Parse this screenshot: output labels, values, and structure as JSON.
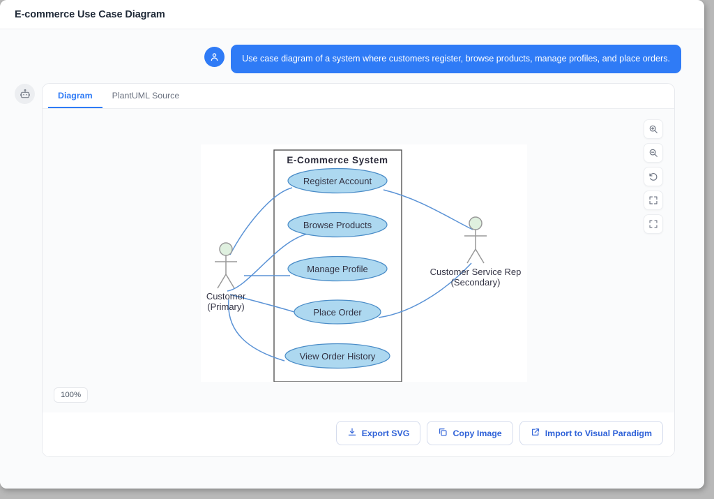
{
  "window": {
    "title": "E-commerce Use Case Diagram"
  },
  "conversation": {
    "user_avatar_icon": "person-icon",
    "assistant_avatar_icon": "robot-icon",
    "user_message": "Use case diagram of a system where customers register, browse products, manage profiles, and place orders."
  },
  "card": {
    "tabs": [
      {
        "label": "Diagram",
        "active": true
      },
      {
        "label": "PlantUML Source",
        "active": false
      }
    ],
    "zoom_level": "100%",
    "zoom_tools": [
      {
        "name": "zoom-in-icon",
        "title": "Zoom In"
      },
      {
        "name": "zoom-out-icon",
        "title": "Zoom Out"
      },
      {
        "name": "reset-icon",
        "title": "Reset"
      },
      {
        "name": "fit-screen-icon",
        "title": "Fit to Screen"
      },
      {
        "name": "fullscreen-icon",
        "title": "Fullscreen"
      }
    ],
    "actions": [
      {
        "label": "Export SVG",
        "icon": "download-icon"
      },
      {
        "label": "Copy Image",
        "icon": "copy-icon"
      },
      {
        "label": "Import to Visual Paradigm",
        "icon": "external-link-icon"
      }
    ]
  },
  "diagram": {
    "type": "uml-use-case",
    "system_boundary_title": "E-Commerce System",
    "use_cases": [
      "Register Account",
      "Browse Products",
      "Manage Profile",
      "Place Order",
      "View Order History"
    ],
    "actors": [
      {
        "name": "Customer",
        "role": "(Primary)"
      },
      {
        "name": "Customer Service Rep",
        "role": "(Secondary)"
      }
    ],
    "colors": {
      "use_case_fill": "#add8f0",
      "use_case_stroke": "#4a8cc7",
      "connector": "#5b93d6",
      "actor_head_fill": "#dff0df",
      "actor_stroke": "#999999",
      "boundary_stroke": "#555555"
    }
  },
  "theme": {
    "accent": "#2f7bf6",
    "action_text": "#2f62d8",
    "page_background": "#fafbfc"
  }
}
